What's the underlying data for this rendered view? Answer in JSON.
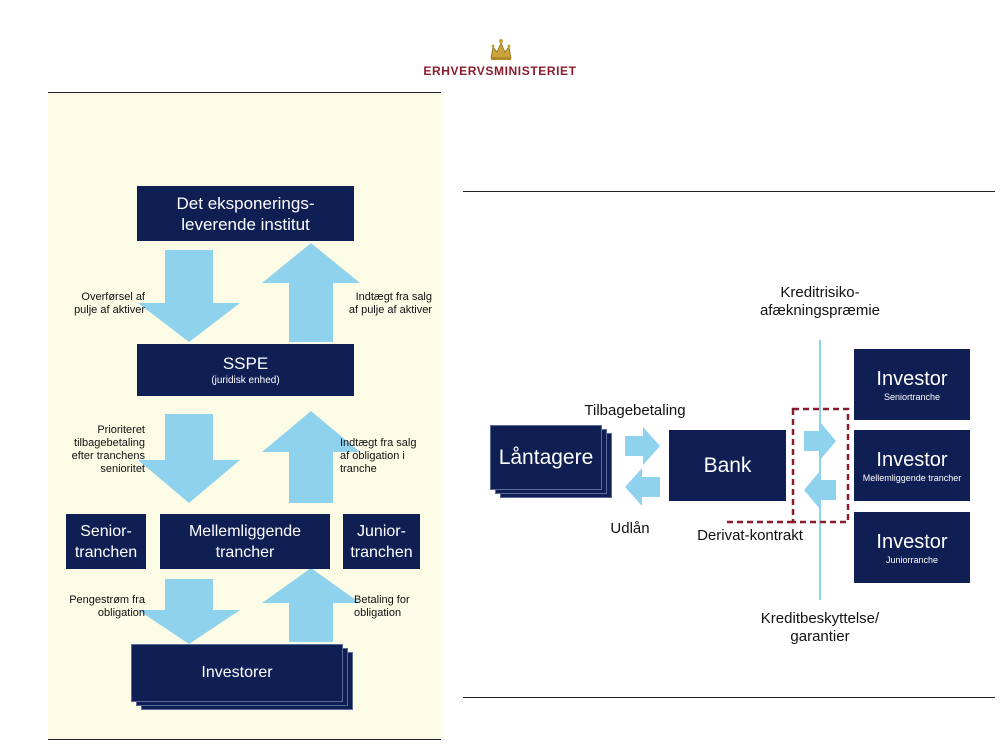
{
  "header": {
    "logo_text": "ERHVERVSMINISTERIET"
  },
  "colors": {
    "box": "#0f1f54",
    "arrow": "#8fd2ee",
    "left_panel_bg": "#fbfbe6",
    "dashed": "#8b1c2c",
    "crown": "#c9a43a",
    "logo_text": "#8b1c2c"
  },
  "left_diagram": {
    "top_box": "Det eksponerings-\nleverende institut",
    "arrow1_left_label": "Overførsel af\npulje af aktiver",
    "arrow1_right_label": "Indtægt fra salg\naf pulje af aktiver",
    "sspe_title": "SSPE",
    "sspe_subtitle": "(juridisk enhed)",
    "arrow2_left_label": "Prioriteret\ntilbagebetaling\nefter tranchens\nsenioritet",
    "arrow2_right_label": "Indtægt fra salg\naf obligation i\ntranche",
    "tranche_senior": "Senior-\ntranchen",
    "tranche_middle": "Mellemliggende\ntrancher",
    "tranche_junior": "Junior-\ntranchen",
    "arrow3_left_label": "Pengestrøm fra\nobligation",
    "arrow3_right_label": "Betaling for\nobligation",
    "investors_box": "Investorer"
  },
  "right_diagram": {
    "borrowers": "Låntagere",
    "bank": "Bank",
    "label_repayment": "Tilbagebetaling",
    "label_loan": "Udlån",
    "label_derivative": "Derivat-kontrakt",
    "label_premium": "Kreditrisiko-\nafækningspræmie",
    "label_protection": "Kreditbeskyttelse/\ngarantier",
    "investors": [
      {
        "title": "Investor",
        "subtitle": "Seniortranche"
      },
      {
        "title": "Investor",
        "subtitle": "Mellemliggende trancher"
      },
      {
        "title": "Investor",
        "subtitle": "Juniorranche"
      }
    ]
  }
}
